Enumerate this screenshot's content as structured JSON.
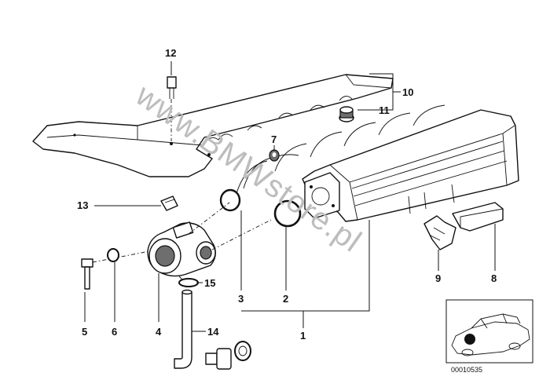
{
  "watermark": "www.BMWstore.pl",
  "reference_code": "00010535",
  "callouts": {
    "p1": "1",
    "p2": "2",
    "p3": "3",
    "p4": "4",
    "p5": "5",
    "p6": "6",
    "p7": "7",
    "p8": "8",
    "p9": "9",
    "p10": "10",
    "p11": "11",
    "p12": "12",
    "p13": "13",
    "p14": "14",
    "p15": "15"
  },
  "icons": [
    "car-location-icon"
  ],
  "colors": {
    "line": "#111111",
    "watermark": "#bdbdbd",
    "shade": "#6e6e6e"
  }
}
